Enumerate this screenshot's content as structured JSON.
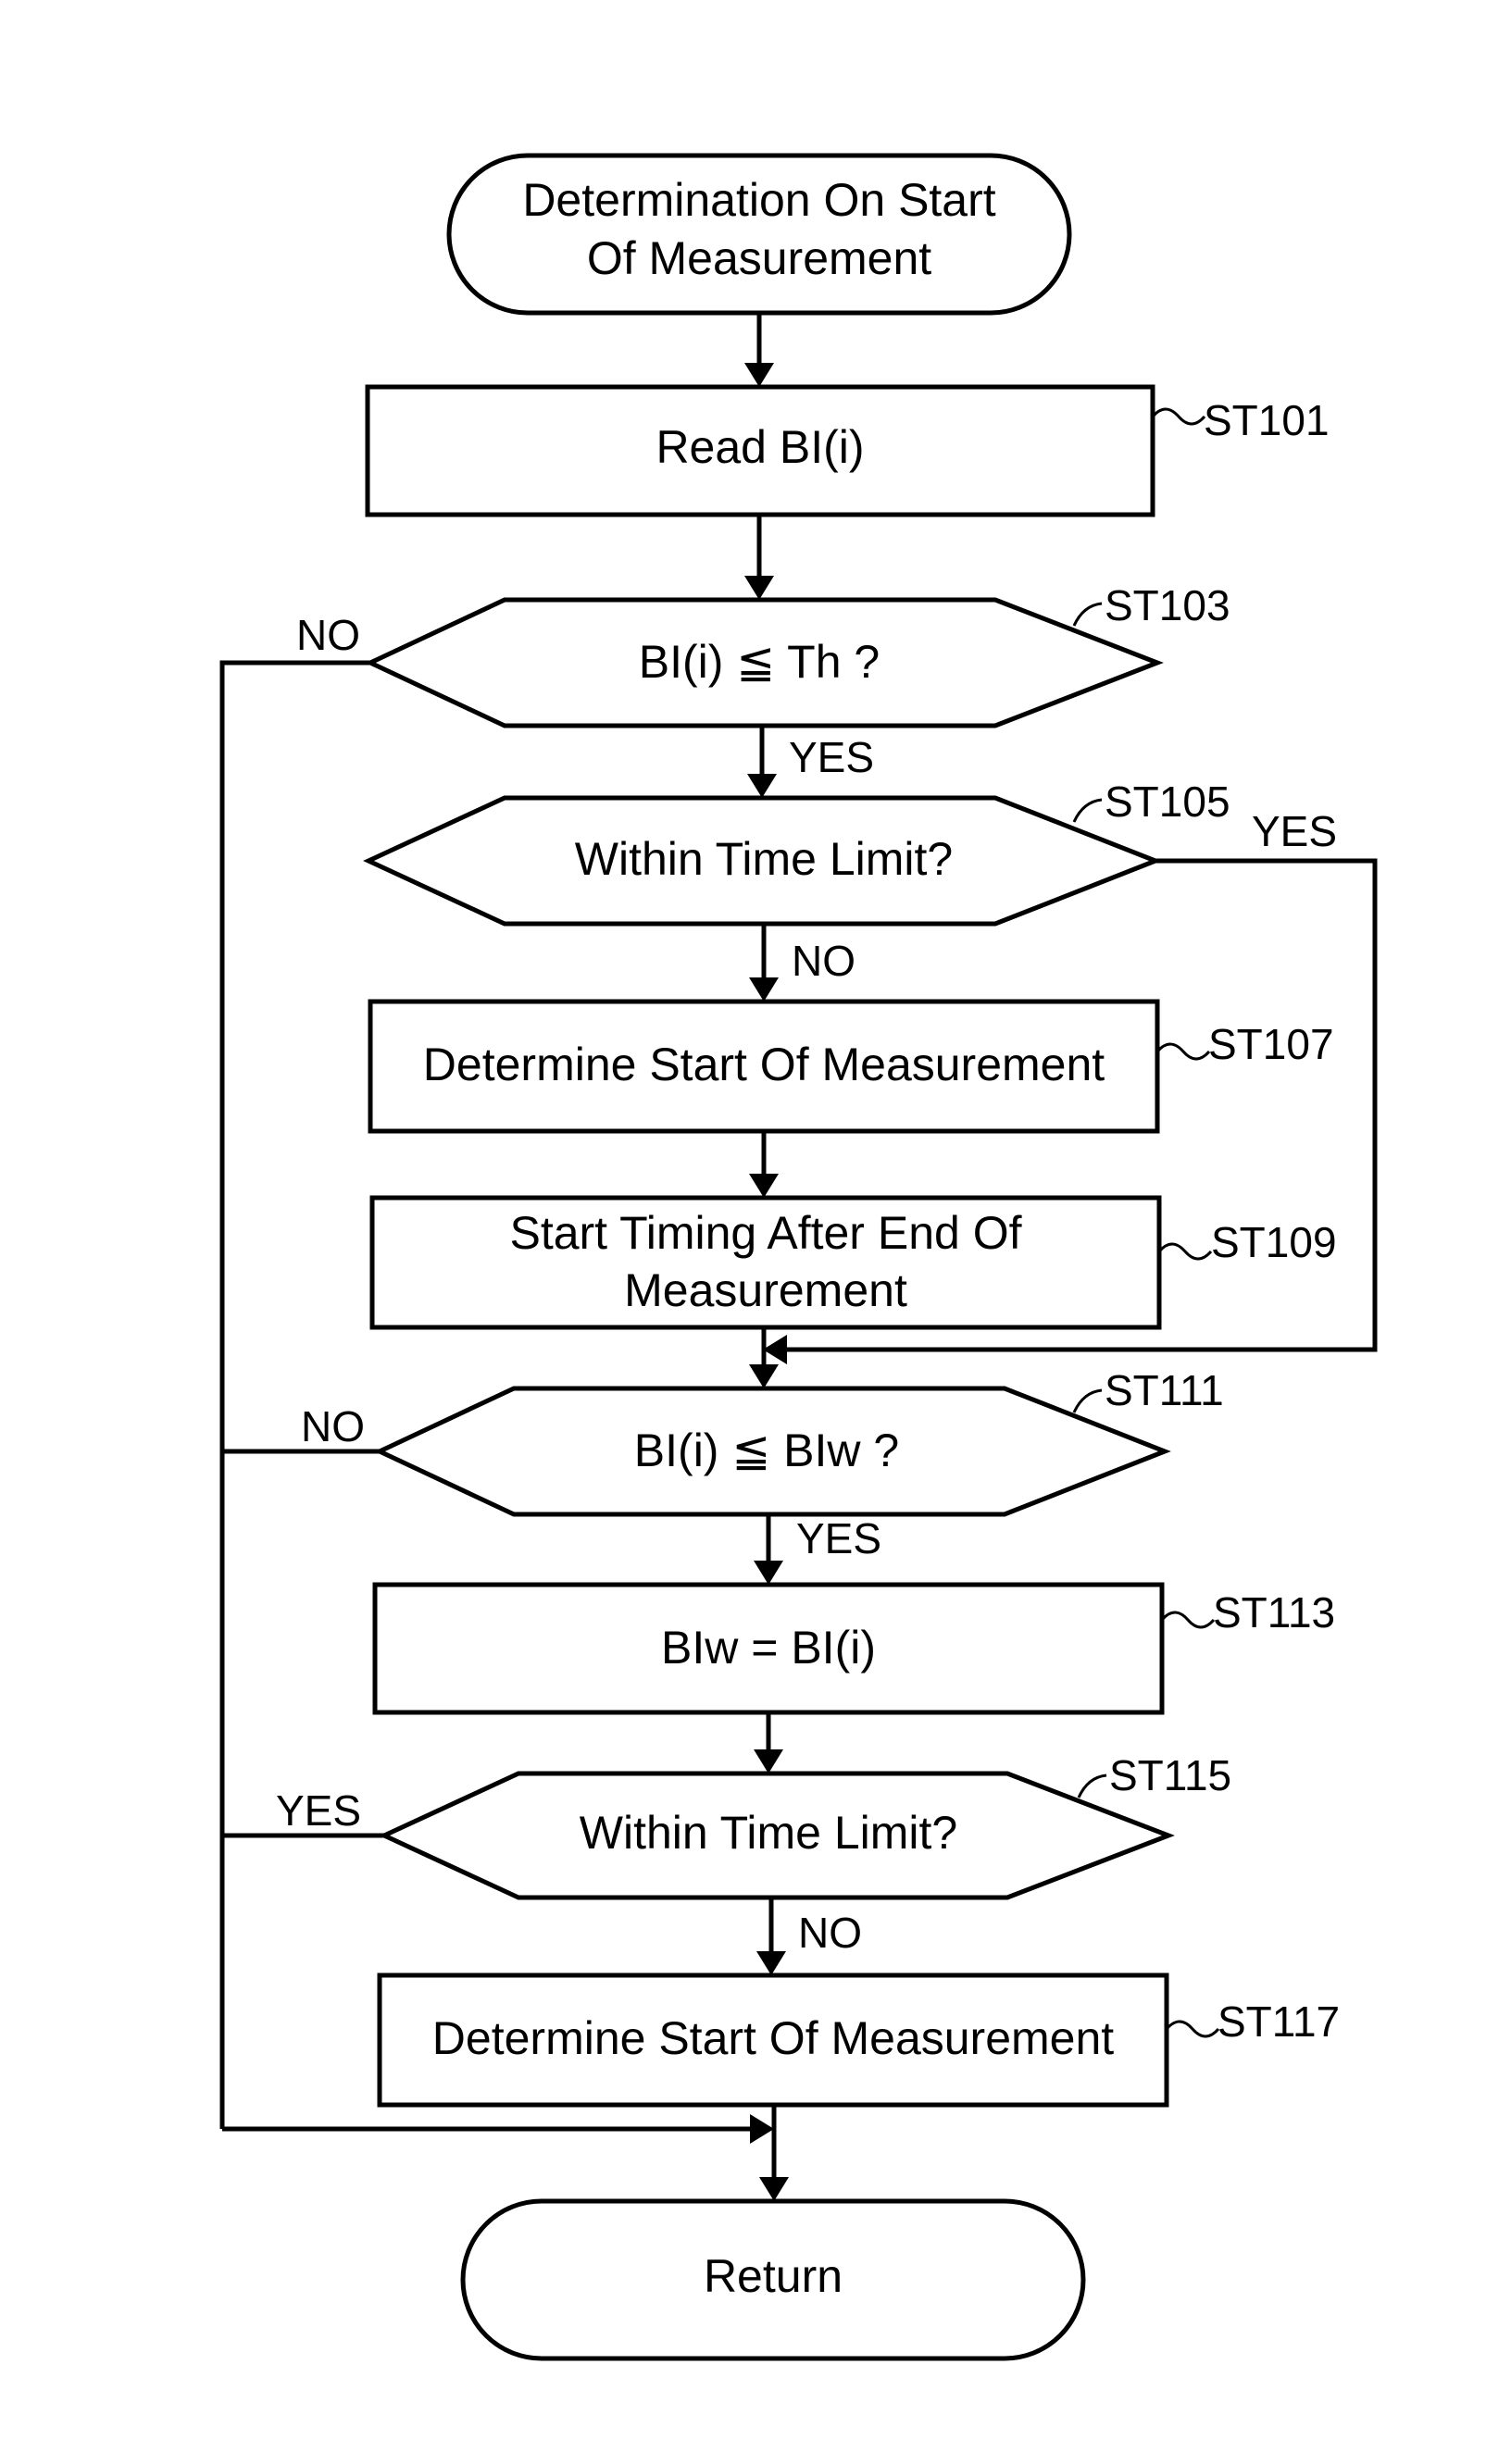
{
  "terminals": {
    "start_line1": "Determination On Start",
    "start_line2": "Of Measurement",
    "end": "Return"
  },
  "steps": {
    "st101": {
      "id": "ST101",
      "text": "Read BI(i)"
    },
    "st103": {
      "id": "ST103",
      "text": "BI(i) ≦ Th ?"
    },
    "st105": {
      "id": "ST105",
      "text": "Within Time Limit?"
    },
    "st107": {
      "id": "ST107",
      "text": "Determine Start Of Measurement"
    },
    "st109": {
      "id": "ST109",
      "line1": "Start Timing After End Of",
      "line2": "Measurement"
    },
    "st111": {
      "id": "ST111",
      "text": "BI(i) ≦ BIw ?"
    },
    "st113": {
      "id": "ST113",
      "text": "BIw = BI(i)"
    },
    "st115": {
      "id": "ST115",
      "text": "Within Time Limit?"
    },
    "st117": {
      "id": "ST117",
      "text": "Determine Start Of Measurement"
    }
  },
  "branch_labels": {
    "yes": "YES",
    "no": "NO"
  }
}
